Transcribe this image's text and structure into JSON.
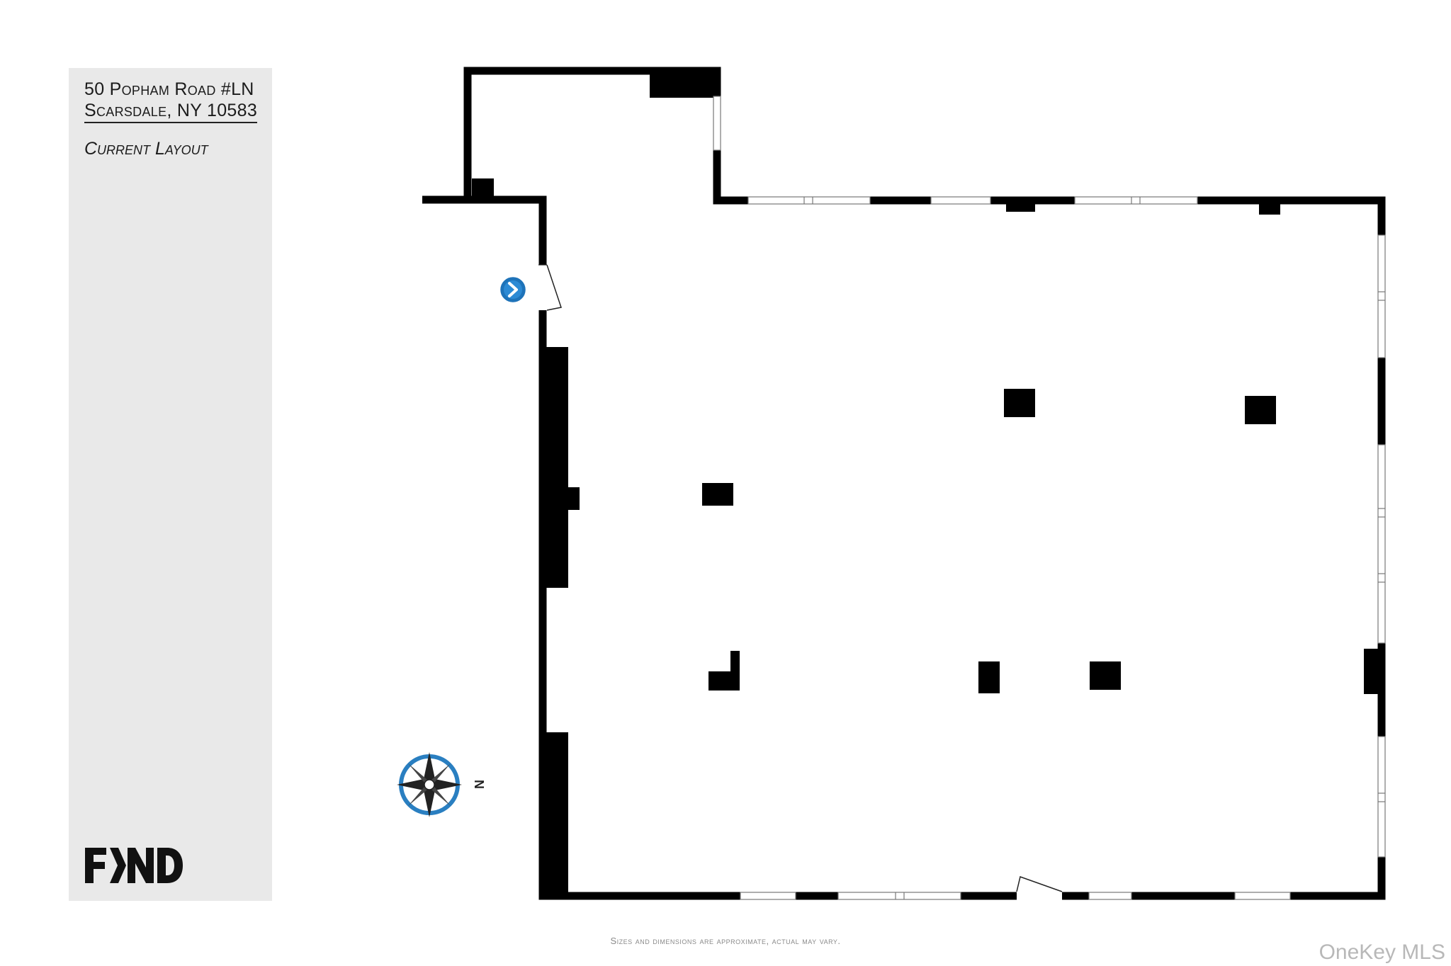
{
  "sidebar": {
    "address_line1": "50 Popham Road #LN",
    "address_line2": "Scarsdale, NY 10583",
    "layout_label": "Current Layout",
    "logo_text": "FIND"
  },
  "compass": {
    "icon": "compass-rose-icon",
    "north_label": "N"
  },
  "disclaimer": "Sizes and dimensions are approximate, actual may vary.",
  "watermark": "OneKey MLS",
  "colors": {
    "wall": "#000000",
    "sidebar": "#e9e9e9",
    "compass": "#2a7fc1",
    "entry_marker": "#1e73b9"
  }
}
